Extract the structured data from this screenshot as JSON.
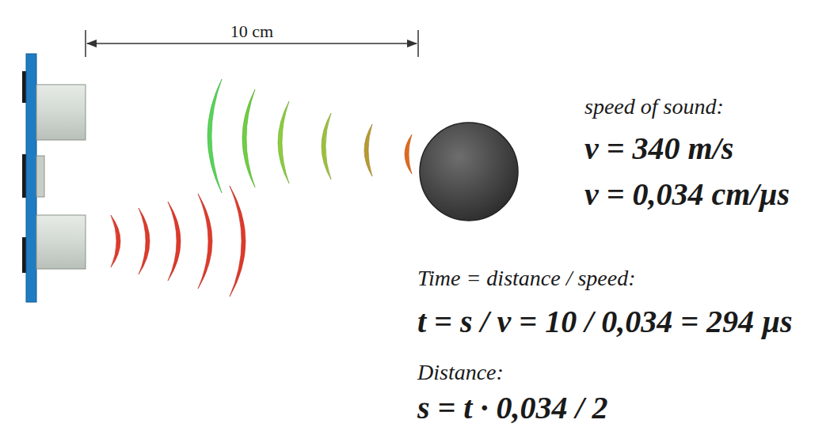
{
  "diagram": {
    "labels": [
      "10 cm",
      "speed of sound:",
      "v = 340 m/s",
      "v = 0,034 cm/µs",
      "Time = distance / speed:",
      "t = s / v = 10 / 0,034 = 294 µs",
      "Distance:",
      "s = t · 0,034 / 2"
    ]
  }
}
